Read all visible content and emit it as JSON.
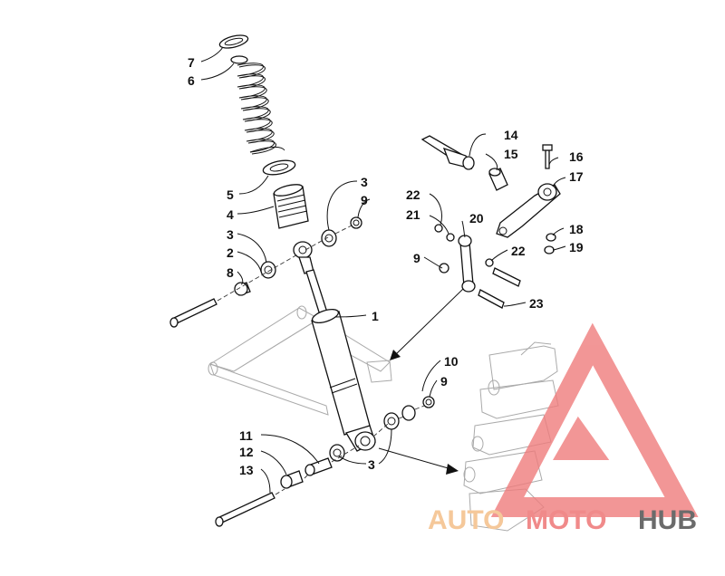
{
  "diagram": {
    "callouts": [
      {
        "id": "c7",
        "text": "7"
      },
      {
        "id": "c6",
        "text": "6"
      },
      {
        "id": "c5",
        "text": "5"
      },
      {
        "id": "c4",
        "text": "4"
      },
      {
        "id": "c3a",
        "text": "3"
      },
      {
        "id": "c9a",
        "text": "9"
      },
      {
        "id": "c3b",
        "text": "3"
      },
      {
        "id": "c2",
        "text": "2"
      },
      {
        "id": "c8",
        "text": "8"
      },
      {
        "id": "c1",
        "text": "1"
      },
      {
        "id": "c14",
        "text": "14"
      },
      {
        "id": "c15",
        "text": "15"
      },
      {
        "id": "c16",
        "text": "16"
      },
      {
        "id": "c17",
        "text": "17"
      },
      {
        "id": "c22a",
        "text": "22"
      },
      {
        "id": "c21",
        "text": "21"
      },
      {
        "id": "c20",
        "text": "20"
      },
      {
        "id": "c18",
        "text": "18"
      },
      {
        "id": "c22b",
        "text": "22"
      },
      {
        "id": "c19",
        "text": "19"
      },
      {
        "id": "c9b",
        "text": "9"
      },
      {
        "id": "c23",
        "text": "23"
      },
      {
        "id": "c10",
        "text": "10"
      },
      {
        "id": "c9c",
        "text": "9"
      },
      {
        "id": "c11",
        "text": "11"
      },
      {
        "id": "c12",
        "text": "12"
      },
      {
        "id": "c13",
        "text": "13"
      },
      {
        "id": "c3c",
        "text": "3"
      }
    ]
  },
  "watermark": {
    "logo_name": "automotohub-logo",
    "word1": "AUTO",
    "word2": "MOTO",
    "word3": "HUB",
    "color_auto": "#f5c89a",
    "color_moto": "#f08a8a",
    "color_hub": "#6b6b6b",
    "triangle_color": "#ef7d7d"
  }
}
